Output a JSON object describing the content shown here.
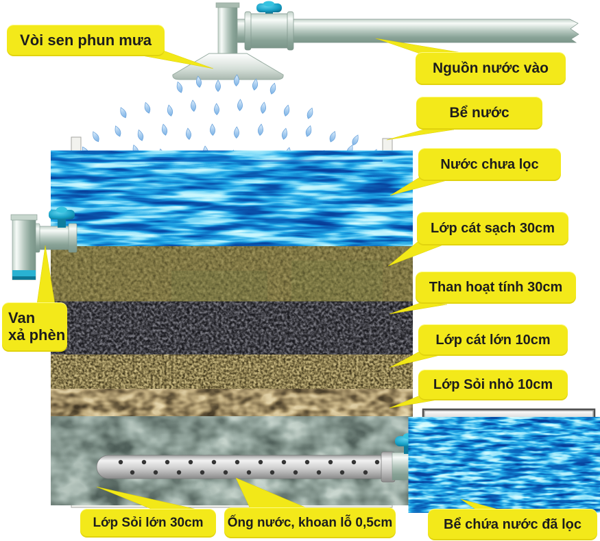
{
  "diagram": {
    "description": "Rain-shower sand water filter tank diagram",
    "callouts": {
      "shower_head": "Vòi sen phun mưa",
      "water_inlet": "Nguồn nước vào",
      "water_tank": "Bể nước",
      "unfiltered_water": "Nước chưa lọc",
      "clean_sand_layer": "Lớp cát sạch 30cm",
      "activated_carbon_layer": "Than hoạt tính  30cm",
      "coarse_sand_layer": "Lớp cát lớn 10cm",
      "small_gravel_layer": "Lớp Sỏi nhỏ  10cm",
      "drain_valve_line1": "Van",
      "drain_valve_line2": "xả phèn",
      "large_gravel_layer": "Lớp Sỏi lớn 30cm",
      "perforated_pipe": "Ống nước, khoan lỗ 0,5cm",
      "filtered_water_tank": "Bể chứa nước đã lọc"
    },
    "colors": {
      "callout_bg": "#f3e91a",
      "callout_text": "#1d1d1d",
      "valve_handle_teal": "#17a0c6",
      "water_deep_blue": "#0b4bab",
      "water_light_cyan": "#aef2fb",
      "pipe_gray_green": "#b7c9c0"
    }
  }
}
